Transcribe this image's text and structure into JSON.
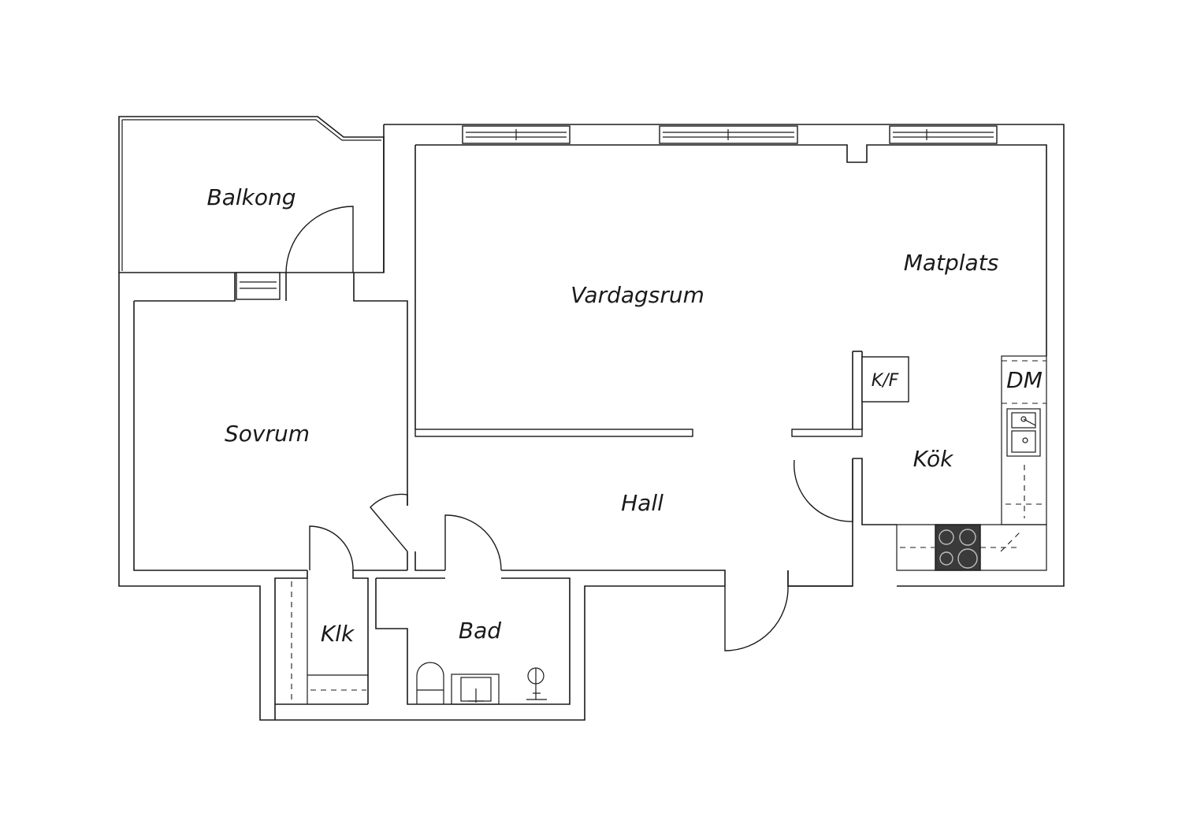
{
  "rooms": {
    "balkong": "Balkong",
    "vardagsrum": "Vardagsrum",
    "matplats": "Matplats",
    "sovrum": "Sovrum",
    "kok": "Kök",
    "hall": "Hall",
    "klk": "Klk",
    "bad": "Bad"
  },
  "fixtures": {
    "kf": "K/F",
    "dm": "DM"
  },
  "colors": {
    "line": "#1a1a1a",
    "background": "#ffffff",
    "stove": "#3a3a3a"
  }
}
